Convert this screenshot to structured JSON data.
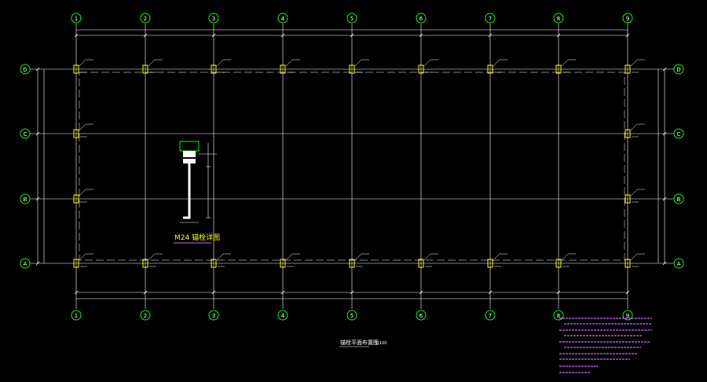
{
  "drawing": {
    "colors": {
      "background": "#000000",
      "line": "#ffffff",
      "grid_bubble": "#00ff00",
      "column": "#ffff00",
      "detail_line": "#00ff00",
      "notes": "#cc66ff",
      "underline": "#cc66ff"
    },
    "axes_numeric": [
      "1",
      "2",
      "3",
      "4",
      "5",
      "6",
      "7",
      "8",
      "9"
    ],
    "axes_letter": [
      "D",
      "C",
      "B",
      "A"
    ],
    "detail_title": "M24 锚栓详图",
    "plan_title": "锚栓平面布置图",
    "plan_scale": "1:100"
  }
}
